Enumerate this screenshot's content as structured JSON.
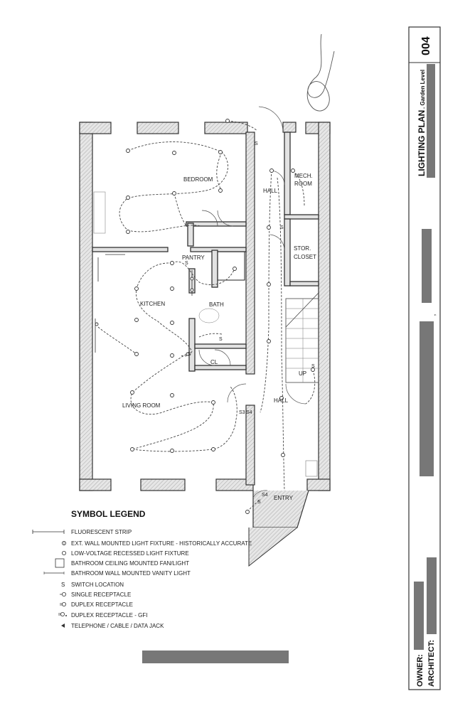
{
  "sheet": {
    "number": "004",
    "title": "LIGHTING PLAN",
    "subtitle": ". Garden Level",
    "owner_label": "OWNER:",
    "architect_label": "ARCHITECT:"
  },
  "rooms": {
    "bedroom": "BEDROOM",
    "mech": [
      "MECH.",
      "ROOM"
    ],
    "hall_top": "HALL",
    "stor": [
      "STOR.",
      "CLOSET"
    ],
    "pantry": "PANTRY",
    "kitchen": "KITCHEN",
    "bath": "BATH",
    "cl": "CL",
    "up": "UP",
    "hall_bottom": "HALL",
    "living": "LIVING ROOM",
    "entry": "ENTRY"
  },
  "switch_labels": {
    "s": "S",
    "s3": "S3",
    "s4": "S4"
  },
  "legend": {
    "title": "SYMBOL LEGEND",
    "items": [
      {
        "icon": "fluorescent-strip-icon",
        "label": "FLUORESCENT STRIP"
      },
      {
        "icon": "wall-fixture-icon",
        "label": "EXT. WALL MOUNTED LIGHT FIXTURE - HISTORICALLY ACCURATE"
      },
      {
        "icon": "recessed-light-icon",
        "label": "LOW-VOLTAGE RECESSED LIGHT FIXTURE"
      },
      {
        "icon": "ceiling-fan-light-icon",
        "label": "BATHROOM CEILING MOUNTED FAN/LIGHT"
      },
      {
        "icon": "vanity-light-icon",
        "label": "BATHROOM WALL MOUNTED VANITY LIGHT"
      },
      {
        "icon": "switch-icon",
        "label": "SWITCH LOCATION"
      },
      {
        "icon": "single-receptacle-icon",
        "label": "SINGLE RECEPTACLE"
      },
      {
        "icon": "duplex-receptacle-icon",
        "label": "DUPLEX RECEPTACLE"
      },
      {
        "icon": "gfi-receptacle-icon",
        "label": "DUPLEX RECEPTACLE - GFI"
      },
      {
        "icon": "data-jack-icon",
        "label": "TELEPHONE / CABLE / DATA JACK"
      }
    ]
  },
  "colors": {
    "wall_fill": "#e2e2e2",
    "redaction": "#777777",
    "ink": "#222222"
  }
}
